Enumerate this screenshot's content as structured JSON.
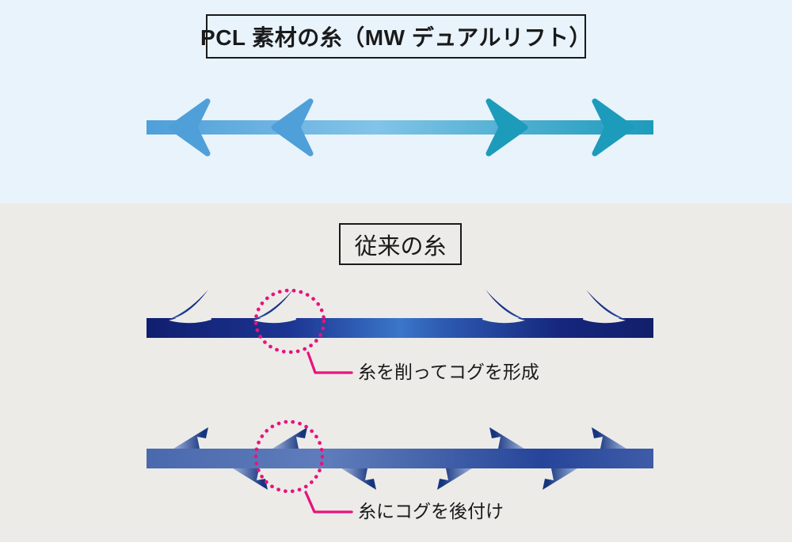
{
  "pcl": {
    "title": "PCL 素材の糸（MW デュアルリフト）"
  },
  "conventional": {
    "title": "従来の糸",
    "annotations": [
      {
        "label": "糸を削ってコグを形成"
      },
      {
        "label": "糸にコグを後付け"
      }
    ]
  },
  "colors": {
    "bg_top": "#e8f3fb",
    "bg_bottom": "#ecebe8",
    "pcl_blue": "#4f9fd9",
    "pcl_light_blue": "#82c4e8",
    "pcl_teal": "#1d9bbb",
    "shaved_thread_navy": "#121f6b",
    "shaved_thread_blue": "#3a76c9",
    "attached_thread_blue": "#4a69ad",
    "attached_thread_dark": "#26459a",
    "accent_pink": "#e8137d",
    "text": "#1a1a1a"
  }
}
